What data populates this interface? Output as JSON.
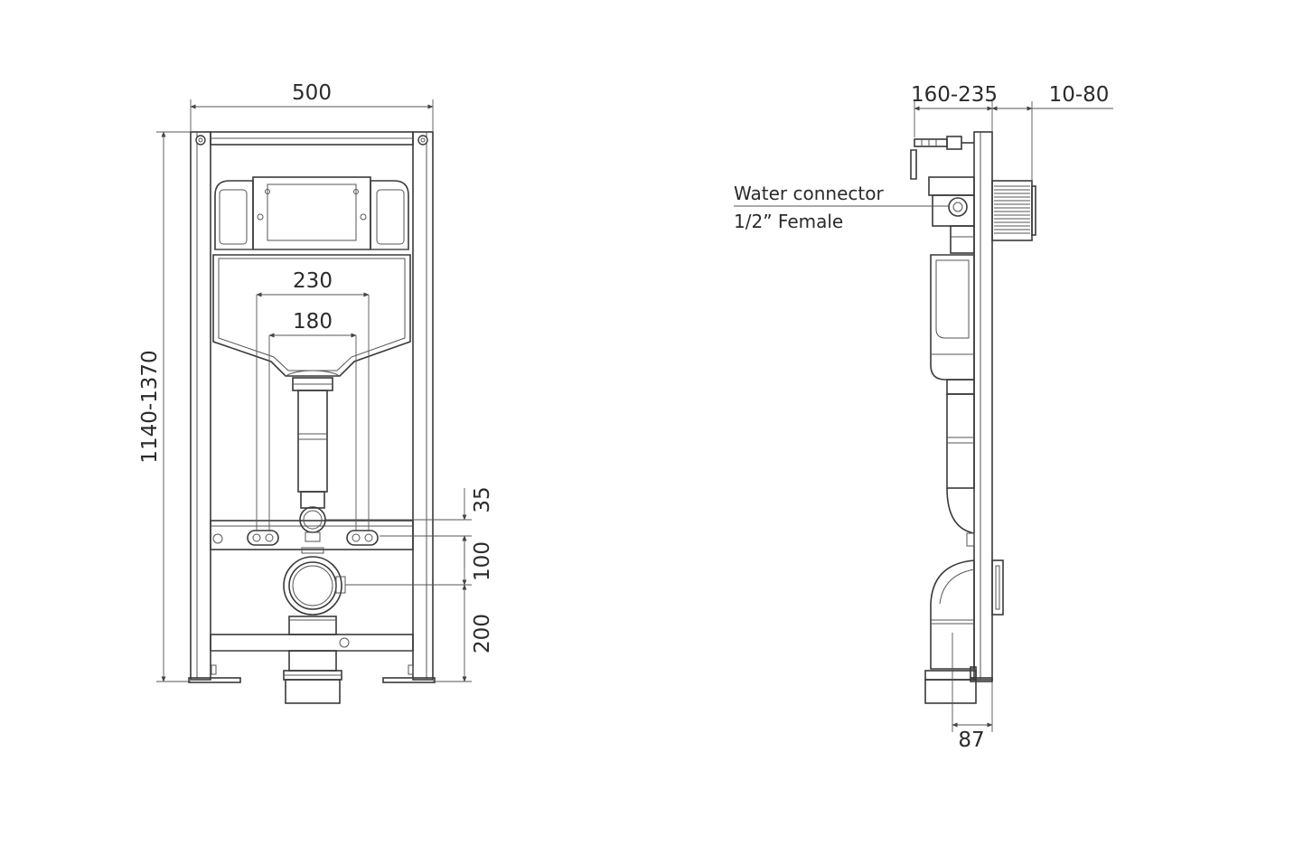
{
  "front_view": {
    "width_label": "500",
    "height_label": "1140-1370",
    "outer_spacing_label": "230",
    "inner_spacing_label": "180",
    "offset_35_label": "35",
    "offset_100_label": "100",
    "offset_200_label": "200"
  },
  "side_view": {
    "depth_label": "160-235",
    "extension_label": "10-80",
    "bottom_label": "87",
    "water_connector_line1": "Water connector",
    "water_connector_line2": "1/2” Female"
  }
}
